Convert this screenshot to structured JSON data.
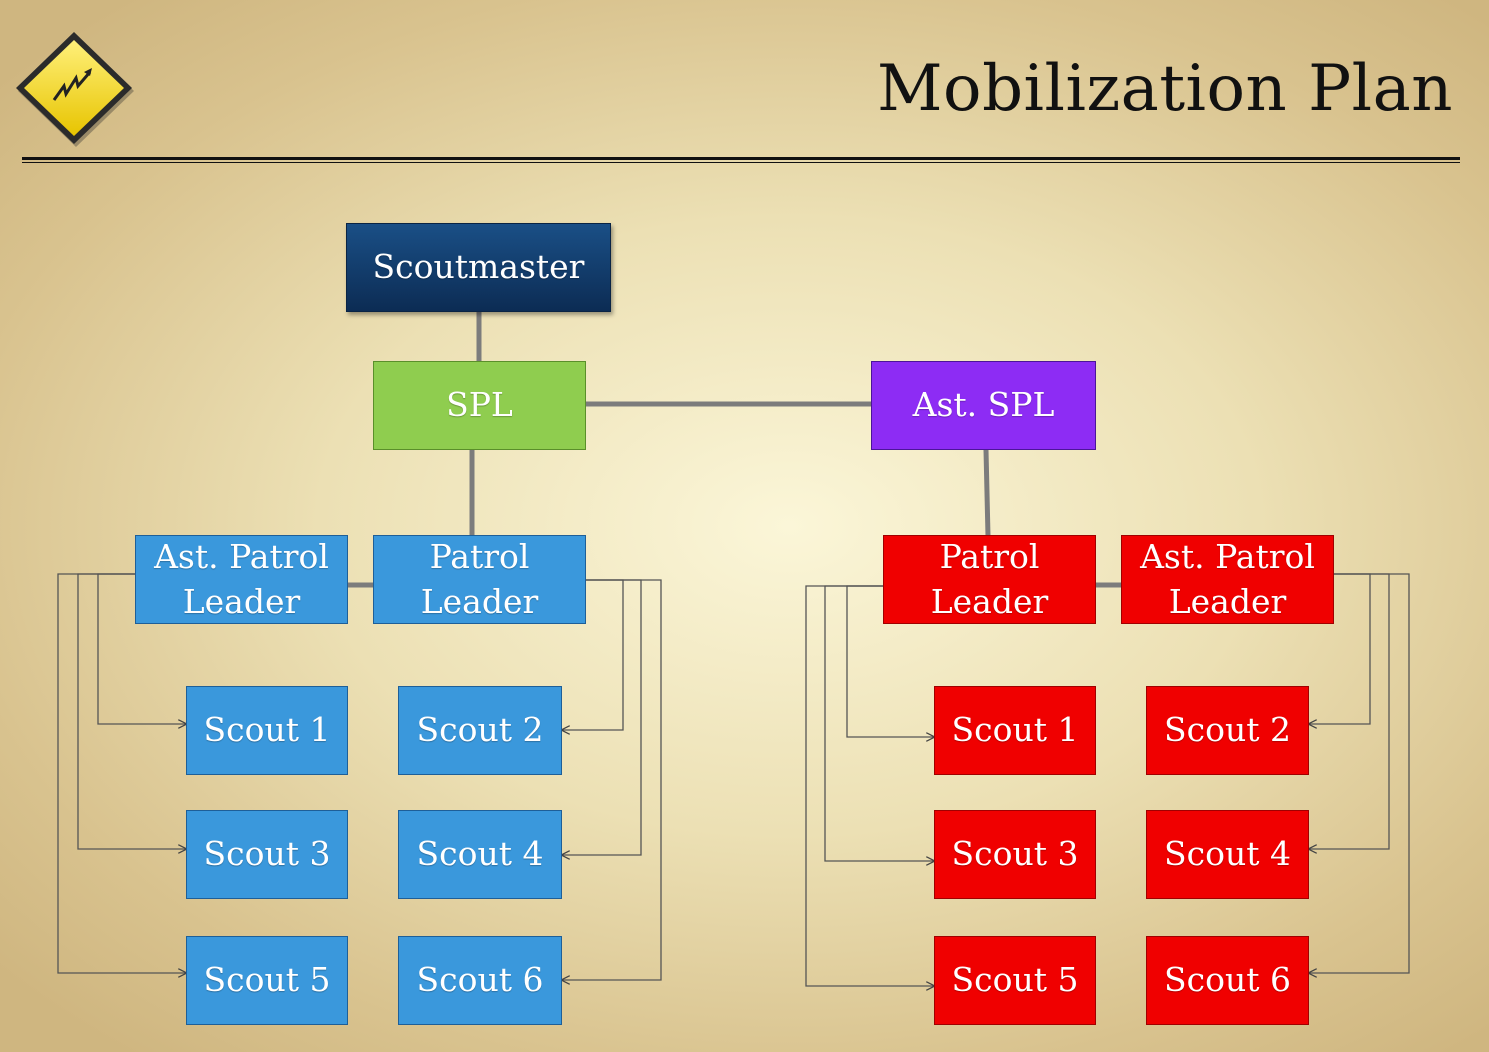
{
  "title": "Mobilization Plan",
  "icon": "warning-sign-lightning-icon",
  "colors": {
    "scoutmaster": "#0f3563",
    "spl": "#8fcd4f",
    "ast_spl": "#8d2cf4",
    "patrol_a": "#3a98dc",
    "patrol_b": "#f00000"
  },
  "nodes": {
    "scoutmaster": "Scoutmaster",
    "spl": "SPL",
    "ast_spl": "Ast. SPL"
  },
  "patrol_a": {
    "ast_patrol_leader": [
      "Ast. Patrol",
      "Leader"
    ],
    "patrol_leader": [
      "Patrol",
      "Leader"
    ],
    "scouts": [
      "Scout 1",
      "Scout 2",
      "Scout 3",
      "Scout 4",
      "Scout 5",
      "Scout 6"
    ]
  },
  "patrol_b": {
    "patrol_leader": [
      "Patrol",
      "Leader"
    ],
    "ast_patrol_leader": [
      "Ast. Patrol",
      "Leader"
    ],
    "scouts": [
      "Scout 1",
      "Scout 2",
      "Scout 3",
      "Scout 4",
      "Scout 5",
      "Scout 6"
    ]
  }
}
